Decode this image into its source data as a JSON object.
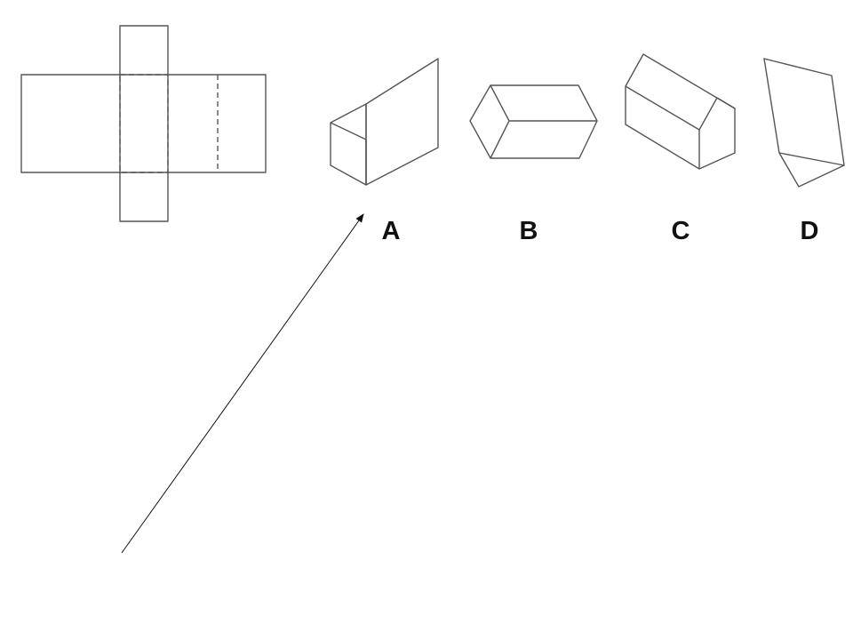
{
  "options": [
    {
      "letter": "A"
    },
    {
      "letter": "B"
    },
    {
      "letter": "C"
    },
    {
      "letter": "D"
    }
  ],
  "colors": {
    "stroke": "#555555",
    "arrow": "#111111",
    "background": "#ffffff"
  }
}
